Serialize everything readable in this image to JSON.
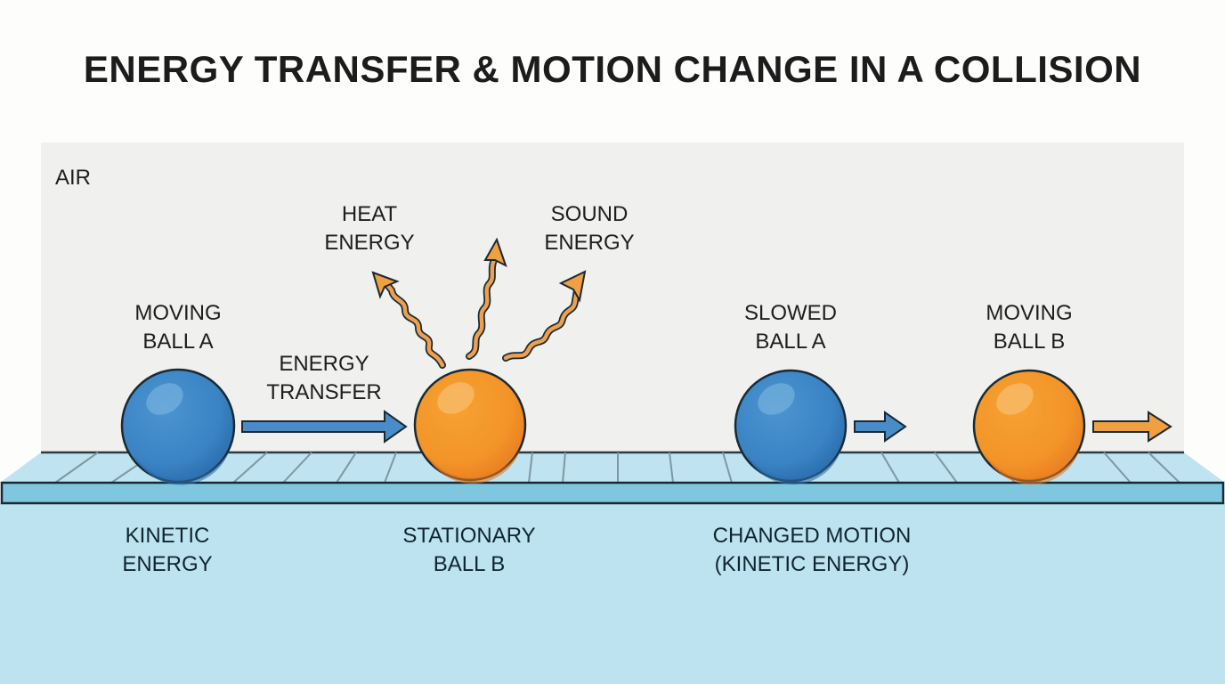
{
  "title": "ENERGY TRANSFER & MOTION CHANGE IN A COLLISION",
  "colors": {
    "wall": "#f0f0ee",
    "floor_top": "#bfe3f0",
    "floor_edge": "#7fc6df",
    "ground": "#bde3f1",
    "ball_a": "#3f87c7",
    "ball_b": "#f4982a",
    "outline": "#1a2a33",
    "arrow_blue": "#4a8cc8",
    "arrow_orange": "#f0a040"
  },
  "labels": {
    "air": "AIR",
    "heat_energy": [
      "HEAT",
      "ENERGY"
    ],
    "sound_energy": [
      "SOUND",
      "ENERGY"
    ],
    "moving_ball_a": [
      "MOVING",
      "BALL A"
    ],
    "energy_transfer": [
      "ENERGY",
      "TRANSFER"
    ],
    "slowed_ball_a": [
      "SLOWED",
      "BALL A"
    ],
    "moving_ball_b": [
      "MOVING",
      "BALL B"
    ],
    "kinetic_energy": [
      "KINETIC",
      "ENERGY"
    ],
    "stationary_ball_b": [
      "STATIONARY",
      "BALL B"
    ],
    "changed_motion": [
      "CHANGED MOTION",
      "(KINETIC ENERGY)"
    ]
  },
  "elements": {
    "balls": [
      {
        "id": "ball-a-before",
        "color": "blue",
        "label": "Moving Ball A"
      },
      {
        "id": "ball-b-before",
        "color": "orange",
        "label": "Stationary Ball B"
      },
      {
        "id": "ball-a-after",
        "color": "blue",
        "label": "Slowed Ball A"
      },
      {
        "id": "ball-b-after",
        "color": "orange",
        "label": "Moving Ball B"
      }
    ],
    "arrows": [
      {
        "id": "energy-transfer-arrow",
        "type": "blue-straight"
      },
      {
        "id": "heat-wave-left",
        "type": "orange-wavy"
      },
      {
        "id": "wave-center",
        "type": "orange-wavy"
      },
      {
        "id": "sound-wave-right",
        "type": "orange-wavy"
      },
      {
        "id": "slowed-a-arrow",
        "type": "blue-short"
      },
      {
        "id": "moving-b-arrow",
        "type": "orange-straight"
      }
    ]
  }
}
